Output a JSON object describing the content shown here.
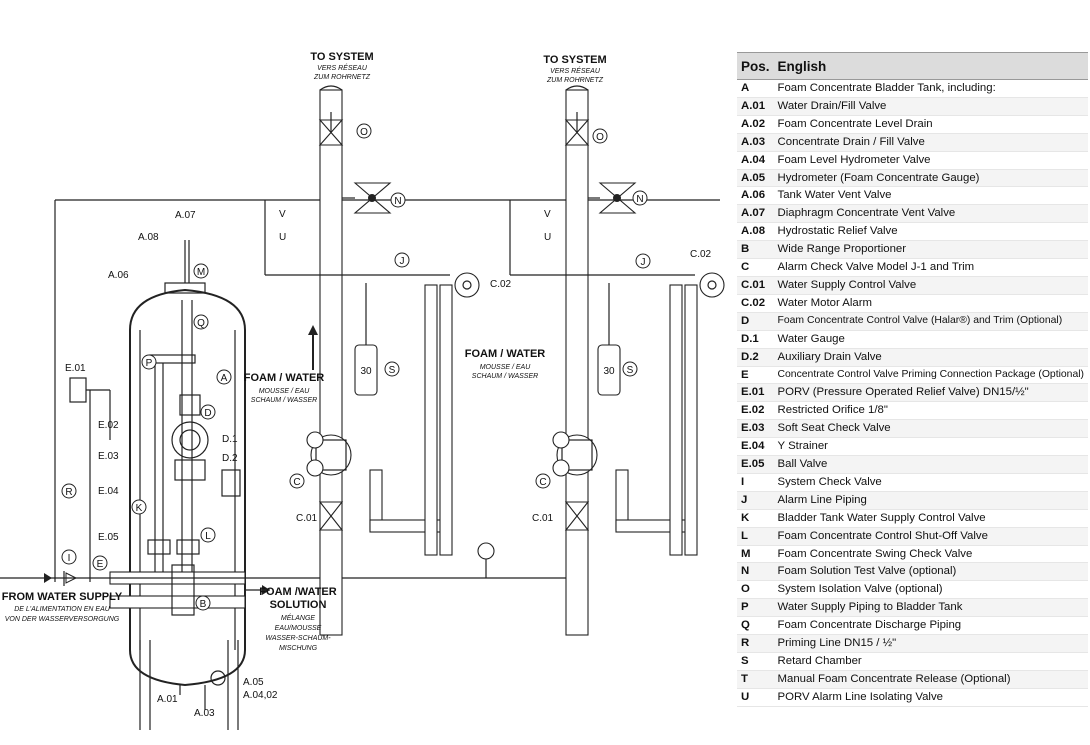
{
  "diagram": {
    "to_system": {
      "title": "TO SYSTEM",
      "fr": "VERS RÉSEAU",
      "de": "ZUM ROHRNETZ"
    },
    "foam_water": {
      "title": "FOAM / WATER",
      "fr": "MOUSSE / EAU",
      "de": "SCHAUM / WASSER"
    },
    "water_supply": {
      "title": "FROM WATER SUPPLY",
      "fr": "DE L'ALIMENTATION EN EAU",
      "de": "VON DER WASSERVERSORGUNG"
    },
    "solution": {
      "title1": "FOAM /WATER",
      "title2": "SOLUTION",
      "fr1": "MÉLANGE",
      "fr2": "EAU/MOUSSE",
      "de1": "WASSER-SCHAUM-",
      "de2": "MISCHUNG"
    },
    "retard_value": "30",
    "labels": {
      "a07": "A.07",
      "a08": "A.08",
      "a06": "A.06",
      "e01": "E.01",
      "e02": "E.02",
      "e03": "E.03",
      "e04": "E.04",
      "e05": "E.05",
      "d1": "D.1",
      "d2": "D.2",
      "c01": "C.01",
      "c02": "C.02",
      "a01": "A.01",
      "a03": "A.03",
      "a05": "A.05",
      "a0402": "A.04,02",
      "v": "V",
      "u": "U"
    },
    "circles": {
      "o": "O",
      "n": "N",
      "j": "J",
      "s": "S",
      "c": "C",
      "m": "M",
      "q": "Q",
      "p": "P",
      "a": "A",
      "d": "D",
      "k": "K",
      "l": "L",
      "r": "R",
      "i": "I",
      "e": "E",
      "b": "B"
    }
  },
  "legend": {
    "header_pos": "Pos.",
    "header_lang": "English",
    "rows": [
      {
        "pos": "A",
        "desc": "Foam Concentrate Bladder Tank, including:"
      },
      {
        "pos": "A.01",
        "desc": "Water Drain/Fill Valve"
      },
      {
        "pos": "A.02",
        "desc": "Foam Concentrate Level Drain"
      },
      {
        "pos": "A.03",
        "desc": "Concentrate Drain / Fill Valve"
      },
      {
        "pos": "A.04",
        "desc": "Foam Level Hydrometer Valve"
      },
      {
        "pos": "A.05",
        "desc": "Hydrometer (Foam Concentrate Gauge)"
      },
      {
        "pos": "A.06",
        "desc": "Tank Water Vent Valve"
      },
      {
        "pos": "A.07",
        "desc": "Diaphragm Concentrate Vent Valve"
      },
      {
        "pos": "A.08",
        "desc": "Hydrostatic Relief Valve"
      },
      {
        "pos": "B",
        "desc": "Wide Range Proportioner"
      },
      {
        "pos": "C",
        "desc": "Alarm Check Valve Model J-1 and Trim"
      },
      {
        "pos": "C.01",
        "desc": "Water Supply Control Valve"
      },
      {
        "pos": "C.02",
        "desc": "Water Motor Alarm"
      },
      {
        "pos": "D",
        "desc": "Foam Concentrate Control Valve (Halar®) and Trim (Optional)"
      },
      {
        "pos": "D.1",
        "desc": "Water Gauge"
      },
      {
        "pos": "D.2",
        "desc": "Auxiliary Drain Valve"
      },
      {
        "pos": "E",
        "desc": "Concentrate Control Valve Priming Connection Package (Optional)"
      },
      {
        "pos": "E.01",
        "desc": "PORV (Pressure Operated Relief Valve) DN15/½\""
      },
      {
        "pos": "E.02",
        "desc": "Restricted Orifice 1/8\""
      },
      {
        "pos": "E.03",
        "desc": "Soft Seat Check Valve"
      },
      {
        "pos": "E.04",
        "desc": "Y Strainer"
      },
      {
        "pos": "E.05",
        "desc": "Ball Valve"
      },
      {
        "pos": "I",
        "desc": "System Check Valve"
      },
      {
        "pos": "J",
        "desc": "Alarm Line Piping"
      },
      {
        "pos": "K",
        "desc": "Bladder Tank Water Supply Control Valve"
      },
      {
        "pos": "L",
        "desc": "Foam Concentrate Control Shut-Off Valve"
      },
      {
        "pos": "M",
        "desc": "Foam Concentrate Swing Check Valve"
      },
      {
        "pos": "N",
        "desc": "Foam Solution Test Valve (optional)"
      },
      {
        "pos": "O",
        "desc": "System Isolation Valve (optional)"
      },
      {
        "pos": "P",
        "desc": "Water Supply Piping to Bladder Tank"
      },
      {
        "pos": "Q",
        "desc": "Foam Concentrate Discharge Piping"
      },
      {
        "pos": "R",
        "desc": "Priming Line DN15 / ½\""
      },
      {
        "pos": "S",
        "desc": "Retard Chamber"
      },
      {
        "pos": "T",
        "desc": "Manual Foam Concentrate Release (Optional)"
      },
      {
        "pos": "U",
        "desc": "PORV Alarm Line Isolating Valve"
      }
    ]
  }
}
